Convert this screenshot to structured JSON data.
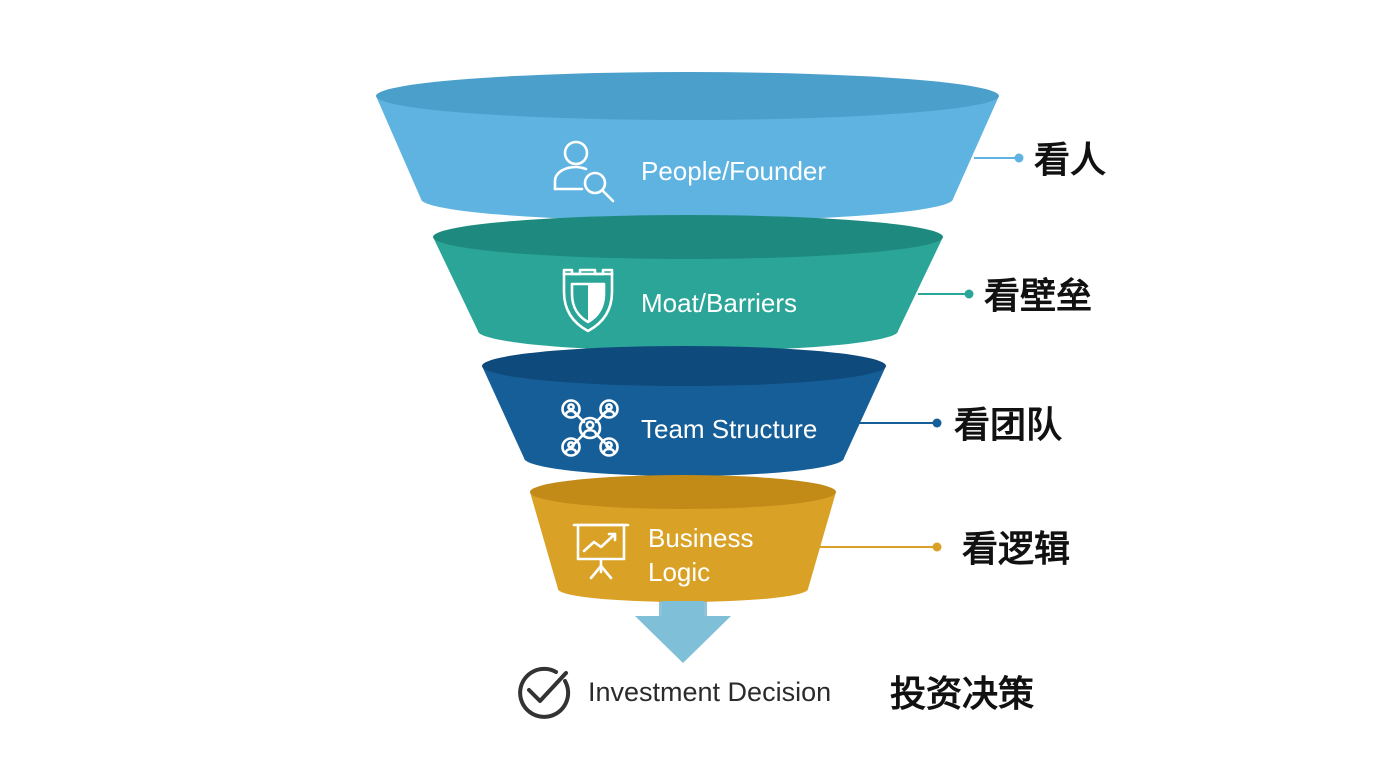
{
  "stages": [
    {
      "label_lines": [
        "People/Founder"
      ],
      "cn_label": "看人",
      "icon": "person-search-icon",
      "color": "#5FB3E0",
      "top_color": "#4A9FCB",
      "connector_color": "#5FB3E0"
    },
    {
      "label_lines": [
        "Moat/Barriers"
      ],
      "cn_label": "看壁垒",
      "icon": "castle-shield-icon",
      "color": "#2AA598",
      "top_color": "#1E8A7F",
      "connector_color": "#2AA598"
    },
    {
      "label_lines": [
        "Team Structure"
      ],
      "cn_label": "看团队",
      "icon": "team-network-icon",
      "color": "#155E97",
      "top_color": "#0E4A7C",
      "connector_color": "#155E97"
    },
    {
      "label_lines": [
        "Business",
        "Logic"
      ],
      "cn_label": "看逻辑",
      "icon": "presentation-chart-icon",
      "color": "#D9A125",
      "top_color": "#C28A17",
      "connector_color": "#D9A125"
    }
  ],
  "decision": {
    "label": "Investment Decision",
    "cn_label": "投资决策",
    "icon": "check-circle-icon"
  },
  "colors": {
    "stem": "#8CC4DA",
    "arrow": "#7FBFD8",
    "check": "#333333"
  }
}
